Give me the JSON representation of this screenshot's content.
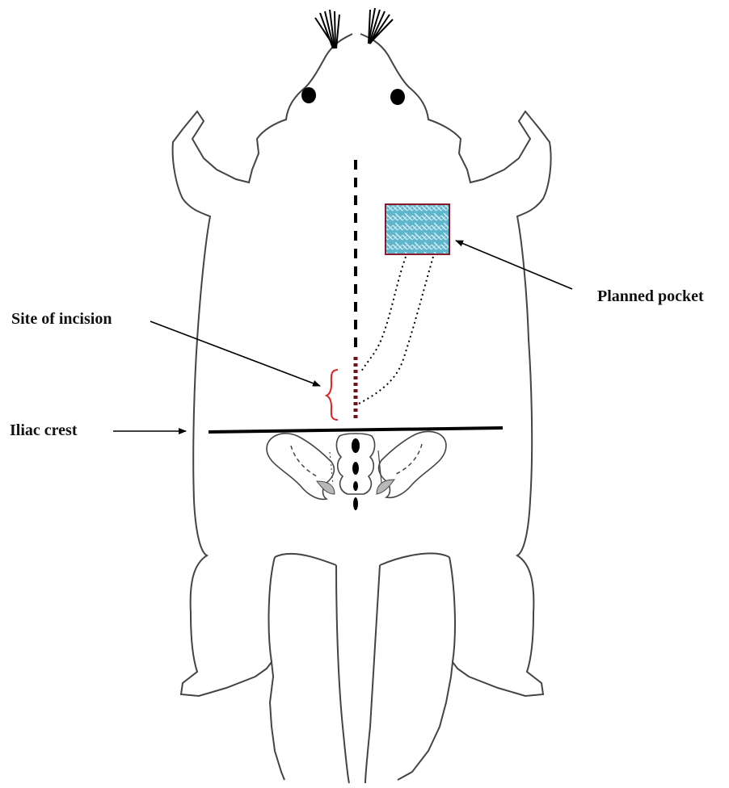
{
  "labels": {
    "planned_pocket": "Planned pocket",
    "site_of_incision": "Site of incision",
    "iliac_crest": "Iliac crest"
  },
  "colors": {
    "outline": "#444444",
    "line": "#000000",
    "incision_dots": "#6b1414",
    "brace": "#e02020",
    "pocket_fill": "#5fb6cc",
    "pocket_border": "#8b1a2a",
    "pocket_pattern": "#d8eef4",
    "bone_shade": "#b8b8b8"
  }
}
